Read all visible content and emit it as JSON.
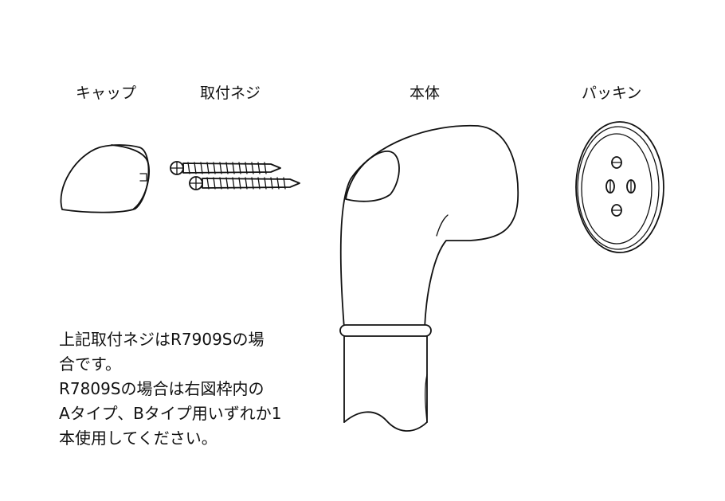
{
  "labels": {
    "cap": "キャップ",
    "screw": "取付ネジ",
    "body": "本体",
    "packing": "パッキン"
  },
  "note": {
    "lines": [
      "上記取付ネジはR7909Sの場",
      "合です。",
      "R7809Sの場合は右図枠内の",
      "Aタイプ、Bタイプ用いずれか1",
      "本使用してください。"
    ]
  },
  "colors": {
    "line": "#111111",
    "background": "#ffffff"
  }
}
